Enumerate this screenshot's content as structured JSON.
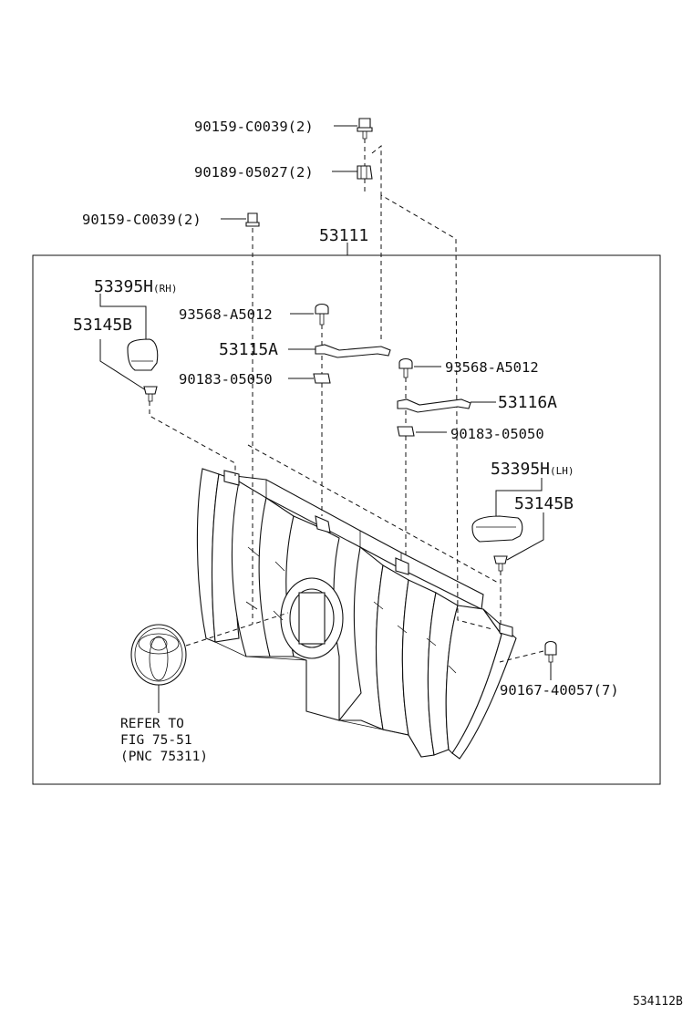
{
  "labels": {
    "bolt_top": "90159-C0039(2)",
    "nut_top": "90189-05027(2)",
    "bolt_left": "90159-C0039(2)",
    "grille_assy": "53111",
    "bracket_rh_code": "53395H",
    "bracket_rh_side": "RH",
    "retainer_rh": "53145B",
    "screw_a": "93568-A5012",
    "bracket_a": "53115A",
    "nut_a": "90183-05050",
    "screw_b": "93568-A5012",
    "bracket_b": "53116A",
    "nut_b": "90183-05050",
    "bracket_lh_code": "53395H",
    "bracket_lh_side": "LH",
    "retainer_lh": "53145B",
    "clip": "90167-40057(7)",
    "refer_line1": "REFER TO",
    "refer_line2": "FIG 75-51",
    "refer_line3": "(PNC 75311)",
    "figure_code": "534112B"
  },
  "icons": {
    "bolt": "bolt-icon",
    "nut": "nut-icon",
    "clip": "clip-icon",
    "emblem": "toyota-emblem-icon"
  }
}
